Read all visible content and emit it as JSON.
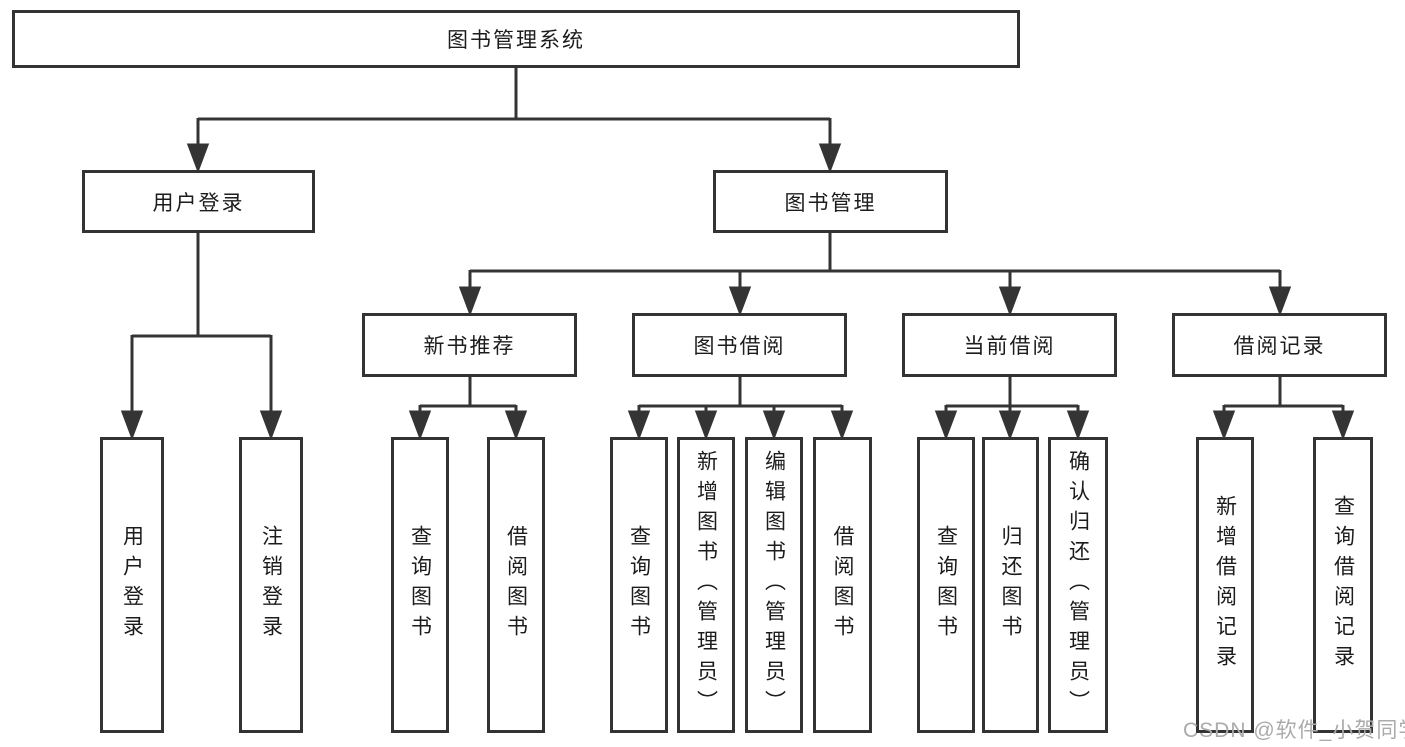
{
  "tree": {
    "label": "图书管理系统",
    "children": [
      {
        "label": "用户登录",
        "children": [
          {
            "label": "用户登录"
          },
          {
            "label": "注销登录"
          }
        ]
      },
      {
        "label": "图书管理",
        "children": [
          {
            "label": "新书推荐",
            "children": [
              {
                "label": "查询图书"
              },
              {
                "label": "借阅图书"
              }
            ]
          },
          {
            "label": "图书借阅",
            "children": [
              {
                "label": "查询图书"
              },
              {
                "label": "新增图书（管理员）"
              },
              {
                "label": "编辑图书（管理员）"
              },
              {
                "label": "借阅图书"
              }
            ]
          },
          {
            "label": "当前借阅",
            "children": [
              {
                "label": "查询图书"
              },
              {
                "label": "归还图书"
              },
              {
                "label": "确认归还（管理员）"
              }
            ]
          },
          {
            "label": "借阅记录",
            "children": [
              {
                "label": "新增借阅记录"
              },
              {
                "label": "查询借阅记录"
              }
            ]
          }
        ]
      }
    ]
  },
  "watermark": {
    "text": "CSDN @软件_小贺同学"
  },
  "colors": {
    "line": "#343434",
    "box_border": "#333333",
    "text": "#1c1c1c",
    "watermark": "#ababab",
    "background": "#ffffff"
  }
}
